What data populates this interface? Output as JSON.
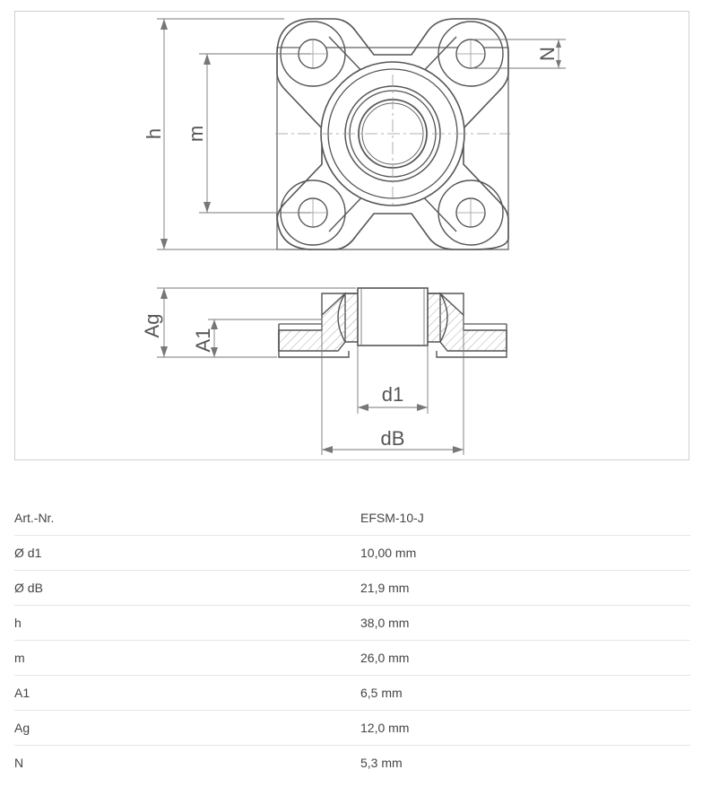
{
  "drawing": {
    "labels": {
      "h": "h",
      "m": "m",
      "N": "N",
      "Ag": "Ag",
      "A1": "A1",
      "d1": "d1",
      "dB": "dB"
    }
  },
  "specs": [
    {
      "label": "Art.-Nr.",
      "value": "EFSM-10-J"
    },
    {
      "label": "Ø d1",
      "value": "10,00 mm"
    },
    {
      "label": "Ø dB",
      "value": "21,9 mm"
    },
    {
      "label": "h",
      "value": "38,0 mm"
    },
    {
      "label": "m",
      "value": "26,0 mm"
    },
    {
      "label": "A1",
      "value": "6,5 mm"
    },
    {
      "label": "Ag",
      "value": "12,0 mm"
    },
    {
      "label": "N",
      "value": "5,3 mm"
    }
  ]
}
